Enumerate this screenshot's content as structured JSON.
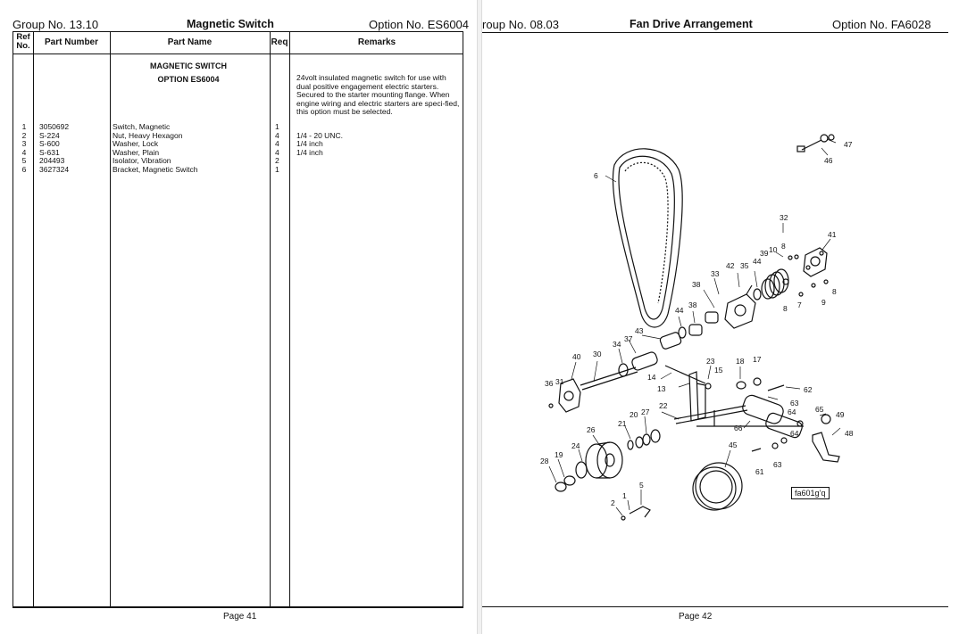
{
  "left_page": {
    "header": {
      "group": "Group No. 13.10",
      "title": "Magnetic Switch",
      "option": "Option No. ES6004"
    },
    "table_headers": {
      "ref_no": "Ref No.",
      "part_number": "Part Number",
      "part_name": "Part Name",
      "req": "Req",
      "remarks": "Remarks"
    },
    "section_title": "MAGNETIC SWITCH",
    "section_subtitle": "OPTION  ES6004",
    "section_remark": "24volt insulated magnetic switch for use with dual positive engagement electric starters. Secured to the starter mounting flange. When engine wiring and electric starters are speci-fied, this option must be selected.",
    "rows": [
      {
        "ref": "1",
        "part_number": "3050692",
        "part_name": "Switch, Magnetic",
        "req": "1",
        "remarks": ""
      },
      {
        "ref": "2",
        "part_number": "S-224",
        "part_name": "Nut, Heavy Hexagon",
        "req": "4",
        "remarks": "1/4 - 20 UNC."
      },
      {
        "ref": "3",
        "part_number": "S-600",
        "part_name": "Washer, Lock",
        "req": "4",
        "remarks": "1/4 inch"
      },
      {
        "ref": "4",
        "part_number": "S-631",
        "part_name": "Washer, Plain",
        "req": "4",
        "remarks": "1/4 inch"
      },
      {
        "ref": "5",
        "part_number": "204493",
        "part_name": "Isolator, Vibration",
        "req": "2",
        "remarks": ""
      },
      {
        "ref": "6",
        "part_number": "3627324",
        "part_name": "Bracket, Magnetic Switch",
        "req": "1",
        "remarks": ""
      }
    ],
    "footer": "Page 41"
  },
  "right_page": {
    "header": {
      "group": "roup No. 08.03",
      "title": "Fan Drive Arrangement",
      "option": "Option No. FA6028"
    },
    "figure_id": "fa601g’q",
    "callouts": [
      "47",
      "46",
      "6",
      "32",
      "41",
      "10",
      "8",
      "39",
      "44",
      "35",
      "42",
      "33",
      "38",
      "8",
      "9",
      "7",
      "8",
      "38",
      "44",
      "43",
      "37",
      "34",
      "40",
      "30",
      "36",
      "31",
      "14",
      "13",
      "23",
      "15",
      "18",
      "17",
      "62",
      "63",
      "64",
      "65",
      "49",
      "48",
      "22",
      "20",
      "27",
      "21",
      "26",
      "66",
      "45",
      "61",
      "63",
      "64",
      "24",
      "19",
      "28",
      "1",
      "5",
      "2"
    ],
    "footer": "Page 42"
  }
}
